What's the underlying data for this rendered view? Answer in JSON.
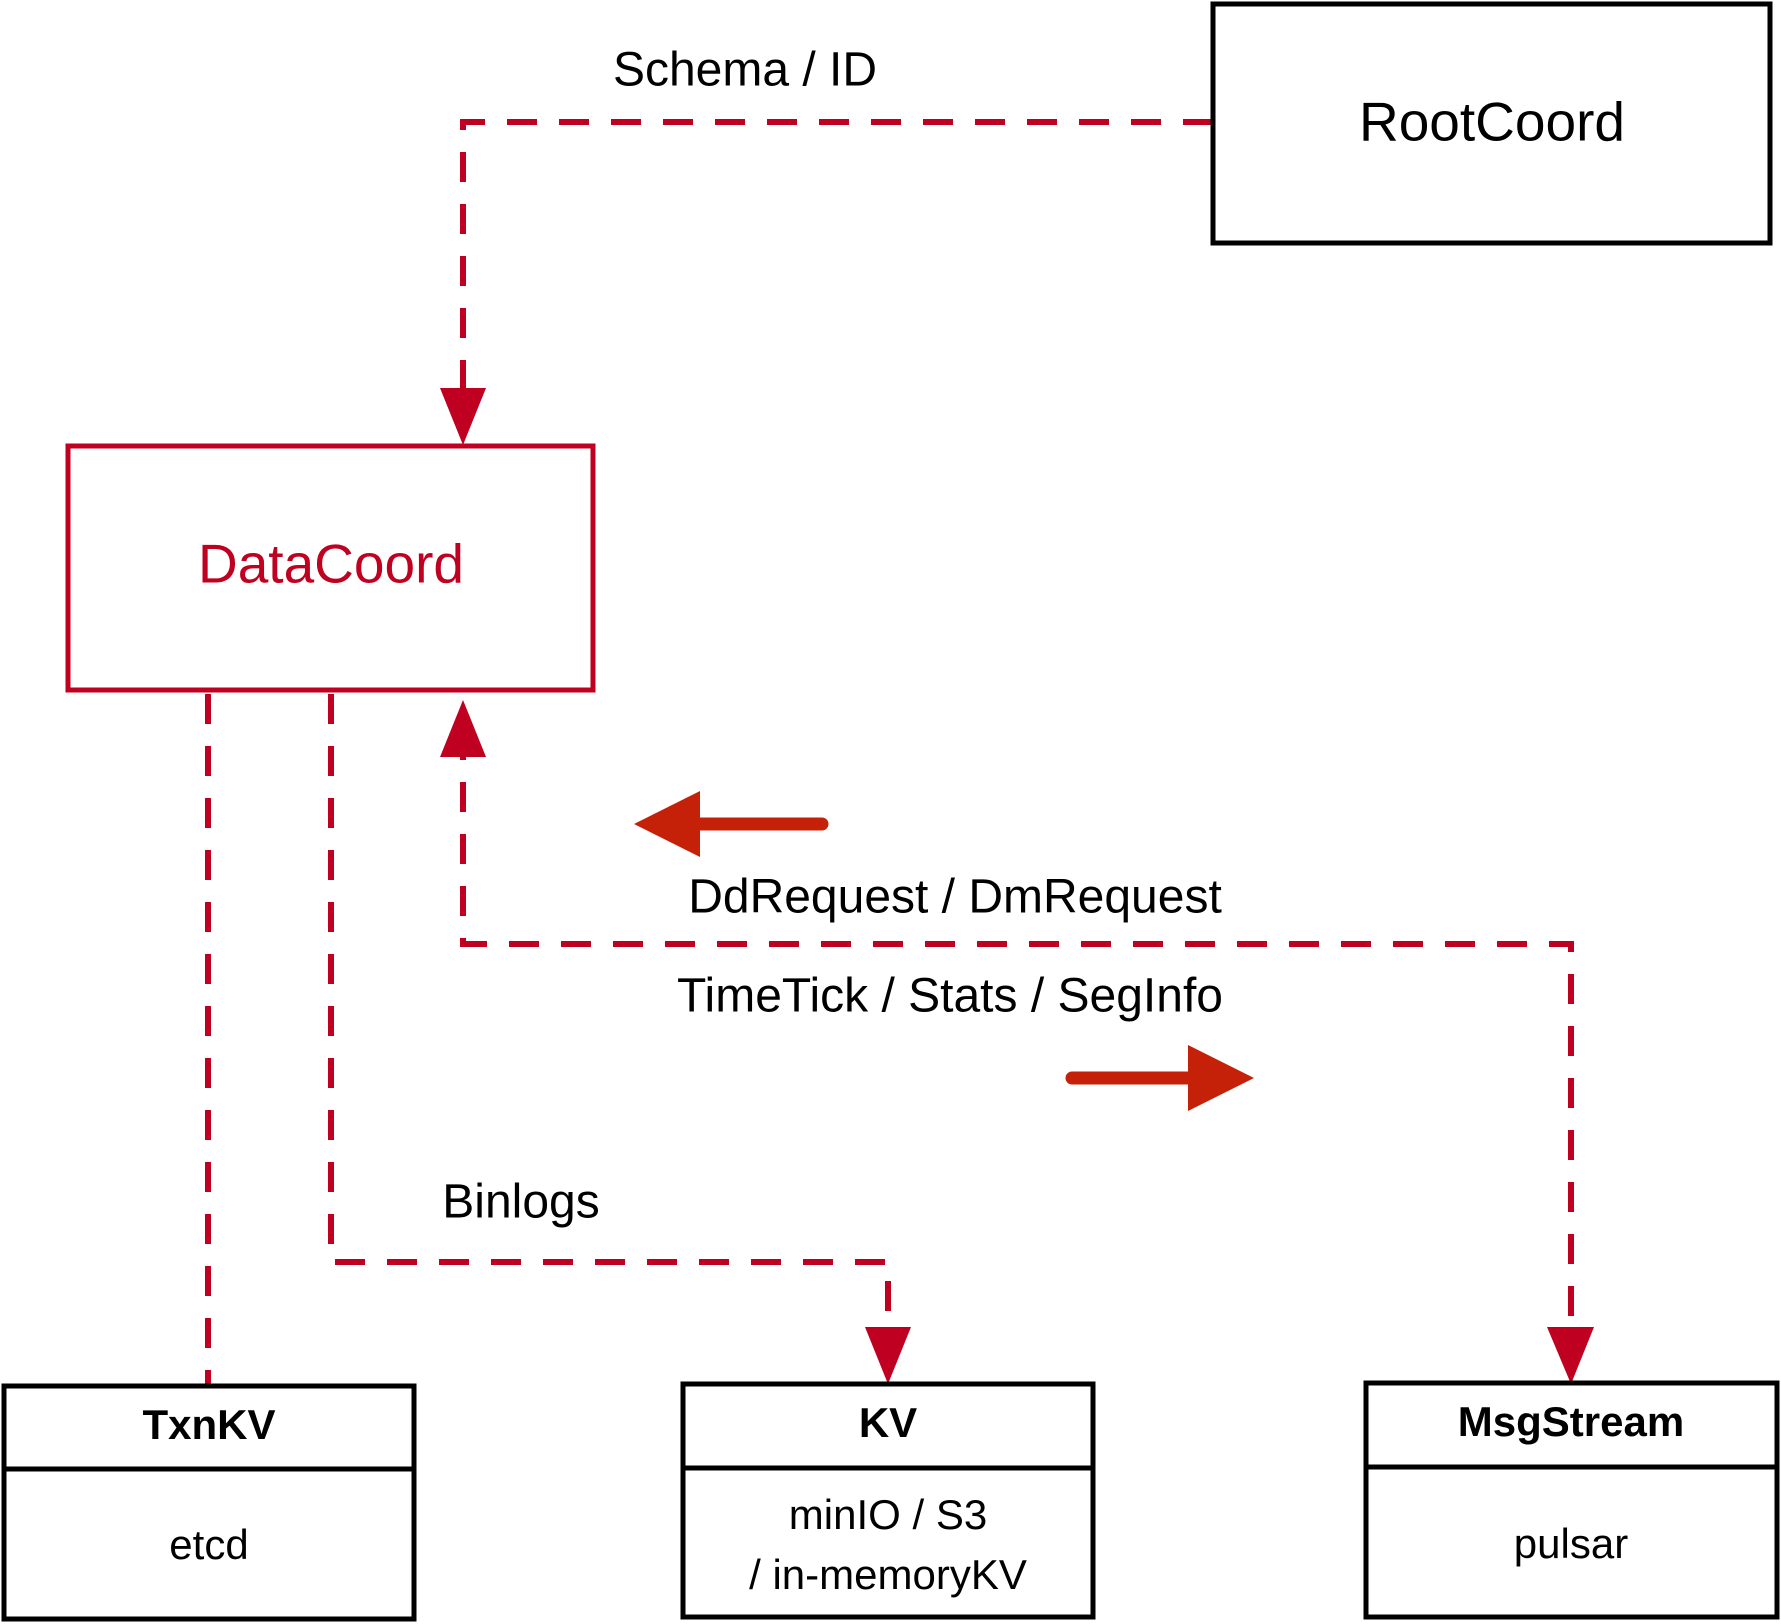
{
  "diagram": {
    "title": "DataCoord component interaction diagram",
    "colors": {
      "accent_red": "#c00020",
      "arrow_red": "#c42108",
      "node_stroke_black": "#000000",
      "background": "#ffffff"
    },
    "nodes": {
      "rootcoord": {
        "label": "RootCoord"
      },
      "datacoord": {
        "label": "DataCoord"
      },
      "txnkv": {
        "header": "TxnKV",
        "detail": "etcd"
      },
      "kv": {
        "header": "KV",
        "detail_line1": "minIO / S3",
        "detail_line2": "/ in-memoryKV"
      },
      "msgstream": {
        "header": "MsgStream",
        "detail": "pulsar"
      }
    },
    "edge_labels": {
      "schema_id": "Schema / ID",
      "dd_dm_request": "DdRequest / DmRequest",
      "timetick_stats_seginfo": "TimeTick / Stats / SegInfo",
      "binlogs": "Binlogs"
    }
  }
}
